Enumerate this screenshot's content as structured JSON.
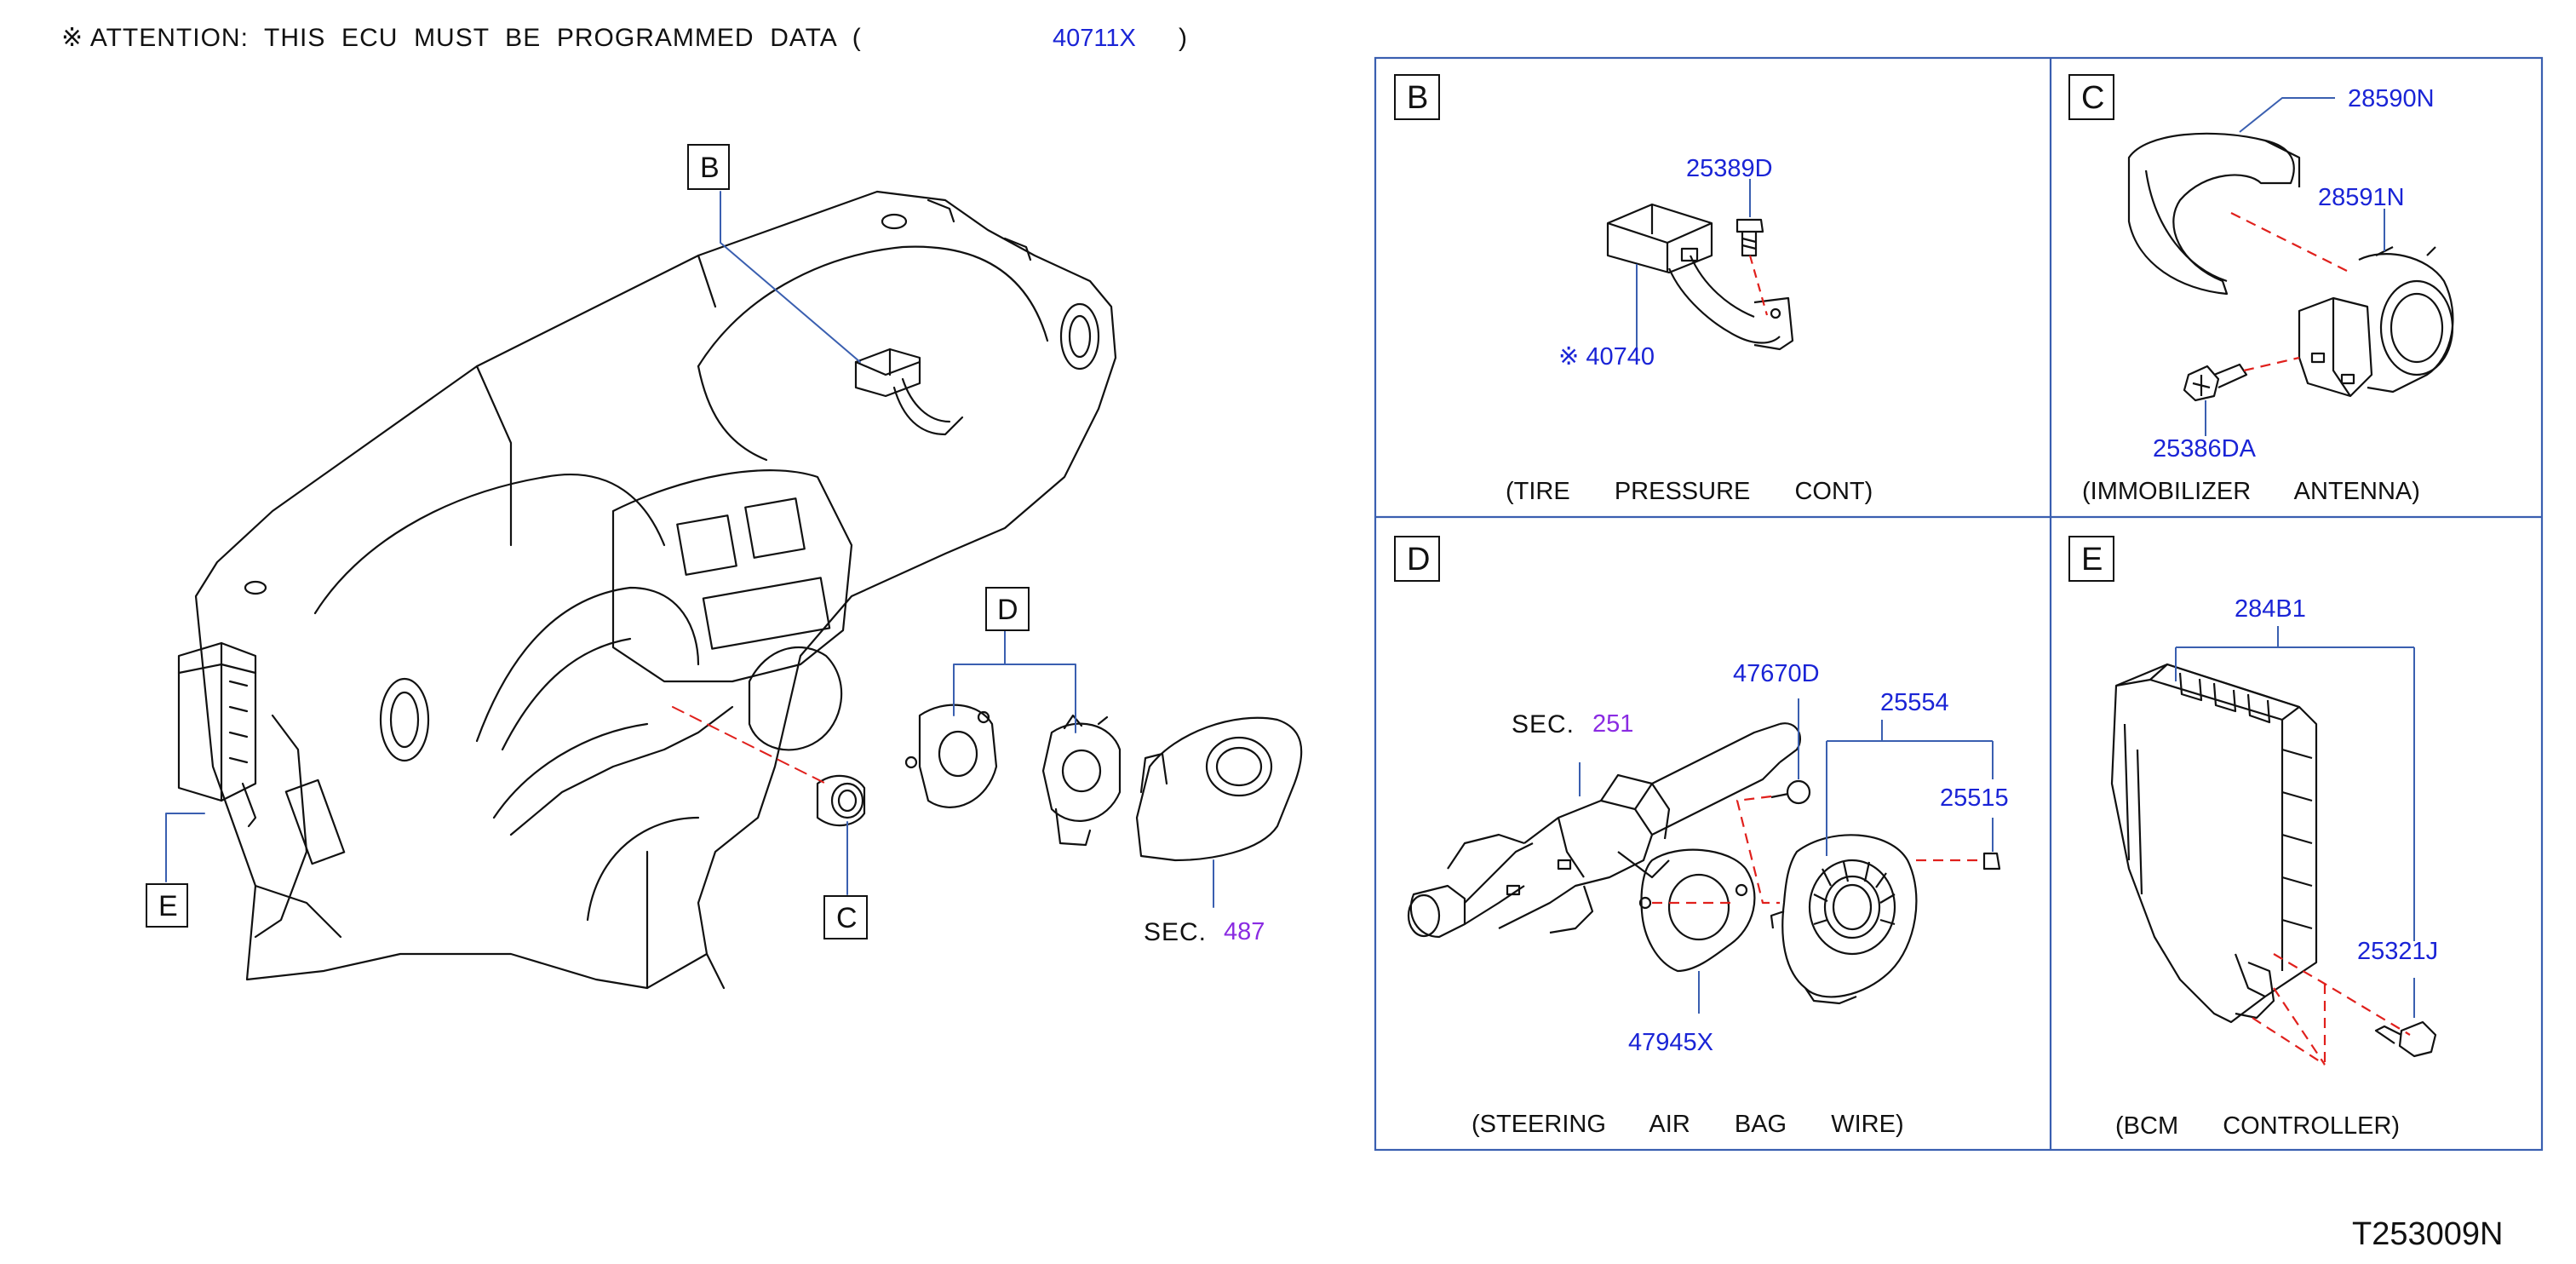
{
  "header": {
    "attention_prefix": "※ ATTENTION:  THIS  ECU  MUST  BE  PROGRAMMED  DATA  (",
    "attention_part": "40711X",
    "attention_suffix": ")"
  },
  "main_view": {
    "callouts": {
      "b": "B",
      "c": "C",
      "d": "D",
      "e": "E"
    },
    "sec_487_label": "SEC.",
    "sec_487_num": "487"
  },
  "panels": {
    "b": {
      "letter": "B",
      "caption": "(TIRE  PRESSURE  CONT)",
      "parts": {
        "bolt": "25389D",
        "unit": "※ 40740"
      }
    },
    "c": {
      "letter": "C",
      "caption": "(IMMOBILIZER  ANTENNA)",
      "parts": {
        "cover": "28590N",
        "antenna": "28591N",
        "screw": "25386DA"
      }
    },
    "d": {
      "letter": "D",
      "caption": "(STEERING  AIR  BAG  WIRE)",
      "sec_label": "SEC.",
      "sec_num": "251",
      "parts": {
        "screw": "47670D",
        "spiral": "25554",
        "clip": "25515",
        "ring": "47945X"
      }
    },
    "e": {
      "letter": "E",
      "caption": "(BCM  CONTROLLER)",
      "parts": {
        "bcm": "284B1",
        "bolt": "25321J"
      }
    }
  },
  "footer": {
    "diagram_code": "T253009N"
  },
  "colors": {
    "part_number": "#1a24d6",
    "section_ref": "#8a2be2",
    "frame": "#3a5fb0",
    "leader": "#3a5fb0",
    "dash": "#e0201c",
    "line": "#111111"
  }
}
